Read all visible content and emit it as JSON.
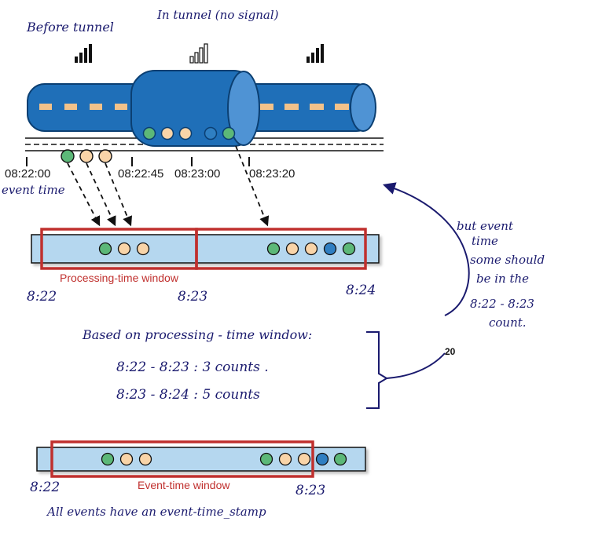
{
  "annotations": {
    "before_tunnel": "Before tunnel",
    "in_tunnel": "In tunnel (no signal)",
    "event_time": "event time",
    "but_event_time": [
      "but event",
      "time",
      "some should",
      "be in the",
      "8:22 - 8:23",
      "count."
    ],
    "based_on": [
      "Based on processing - time window:",
      "8:22 - 8:23 :   3 counts .",
      "8:23 -  8:24 :  5  counts"
    ],
    "all_events": "All events have an event-time_stamp"
  },
  "timeline": {
    "ticks": [
      "08:22:00",
      "08:22:45",
      "08:23:00",
      "08:23:20"
    ]
  },
  "processing_window": {
    "label": "Processing-time window",
    "left_label": "8:22",
    "mid_label": "8:23",
    "right_label": "8:24"
  },
  "event_window": {
    "label": "Event-time window",
    "left_label": "8:22",
    "right_label": "8:23"
  },
  "page_number": "20",
  "colors": {
    "tunnel_blue": "#1f6fb8",
    "bar_fill": "#b5d7ef",
    "window_red": "#c0302e",
    "dot_green": "#5cb878",
    "dot_peach": "#f9d4a8",
    "dot_blue": "#2f7fc2",
    "ink": "#1a1a6e"
  },
  "icons": {
    "signal_strong": "signal-bars-icon",
    "signal_none": "no-signal-icon"
  }
}
